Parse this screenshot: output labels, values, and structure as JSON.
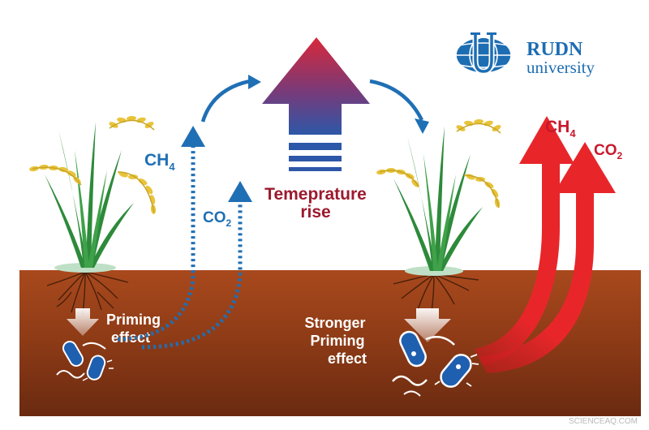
{
  "logo": {
    "line1": "RUDN",
    "line2": "university",
    "brand_color": "#1d6db2"
  },
  "left_scene": {
    "ch4_label": "CH",
    "ch4_sub": "4",
    "co2_label": "CO",
    "co2_sub": "2",
    "priming_line1": "Priming",
    "priming_line2": "effect"
  },
  "center": {
    "label_line1": "Temeprature",
    "label_line2": "rise",
    "label_color": "#9c1a2e"
  },
  "right_scene": {
    "ch4_label": "CH",
    "ch4_sub": "4",
    "co2_label": "CO",
    "co2_sub": "2",
    "priming_line1": "Stronger",
    "priming_line2": "Priming",
    "priming_line3": "effect"
  },
  "watermark": "SCIENCEAQ.COM",
  "colors": {
    "soil_top": "#a8481c",
    "soil_bottom": "#6b2810",
    "blue": "#1f6fb5",
    "red": "#e8262a",
    "plant_green": "#2d8a3a",
    "grain_yellow": "#e8c43a"
  },
  "icons": [
    "rudn-globe-logo-icon",
    "rice-plant-icon",
    "microbe-icon",
    "arrow-up-icon"
  ]
}
